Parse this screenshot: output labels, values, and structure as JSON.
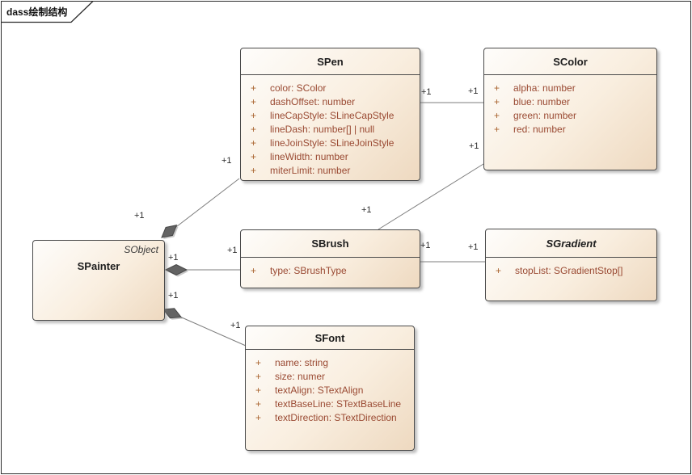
{
  "frame": {
    "title": "dass绘制结构"
  },
  "colors": {
    "box_fill_light": "#fefdfb",
    "box_fill_dark": "#eed9c0",
    "box_border": "#4a4a4a",
    "attribute_text": "#9a4a33",
    "visibility_sign": "#a8622d",
    "line": "#7d7d7d",
    "diamond_fill": "#636363"
  },
  "classes": [
    {
      "name": "SPainter",
      "parent": "SObject",
      "abstract": false,
      "attributes": []
    },
    {
      "name": "SPen",
      "abstract": false,
      "attributes": [
        {
          "vis": "+",
          "text": "color: SColor"
        },
        {
          "vis": "+",
          "text": "dashOffset: number"
        },
        {
          "vis": "+",
          "text": "lineCapStyle: SLineCapStyle"
        },
        {
          "vis": "+",
          "text": "lineDash: number[] | null"
        },
        {
          "vis": "+",
          "text": "lineJoinStyle: SLineJoinStyle"
        },
        {
          "vis": "+",
          "text": "lineWidth: number"
        },
        {
          "vis": "+",
          "text": "miterLimit: number"
        }
      ]
    },
    {
      "name": "SColor",
      "abstract": false,
      "attributes": [
        {
          "vis": "+",
          "text": "alpha: number"
        },
        {
          "vis": "+",
          "text": "blue: number"
        },
        {
          "vis": "+",
          "text": "green: number"
        },
        {
          "vis": "+",
          "text": "red: number"
        }
      ]
    },
    {
      "name": "SBrush",
      "abstract": false,
      "attributes": [
        {
          "vis": "+",
          "text": "type: SBrushType"
        }
      ]
    },
    {
      "name": "SGradient",
      "abstract": true,
      "attributes": [
        {
          "vis": "+",
          "text": "stopList: SGradientStop[]"
        }
      ]
    },
    {
      "name": "SFont",
      "abstract": false,
      "attributes": [
        {
          "vis": "+",
          "text": "name: string"
        },
        {
          "vis": "+",
          "text": "size: numer"
        },
        {
          "vis": "+",
          "text": "textAlign: STextAlign"
        },
        {
          "vis": "+",
          "text": "textBaseLine: STextBaseLine"
        },
        {
          "vis": "+",
          "text": "textDirection: STextDirection"
        }
      ]
    }
  ],
  "connections": [
    {
      "from": "SPainter",
      "to": "SPen",
      "kind": "composition",
      "from_label": "+1",
      "to_label": "+1"
    },
    {
      "from": "SPainter",
      "to": "SBrush",
      "kind": "composition",
      "from_label": "+1",
      "to_label": "+1"
    },
    {
      "from": "SPainter",
      "to": "SFont",
      "kind": "composition",
      "from_label": "+1",
      "to_label": "+1"
    },
    {
      "from": "SPen",
      "to": "SColor",
      "kind": "association",
      "from_label": "+1",
      "to_label": "+1"
    },
    {
      "from": "SBrush",
      "to": "SColor",
      "kind": "association",
      "from_label": "+1",
      "to_label": "+1"
    },
    {
      "from": "SBrush",
      "to": "SGradient",
      "kind": "association",
      "from_label": "+1",
      "to_label": "+1"
    }
  ]
}
